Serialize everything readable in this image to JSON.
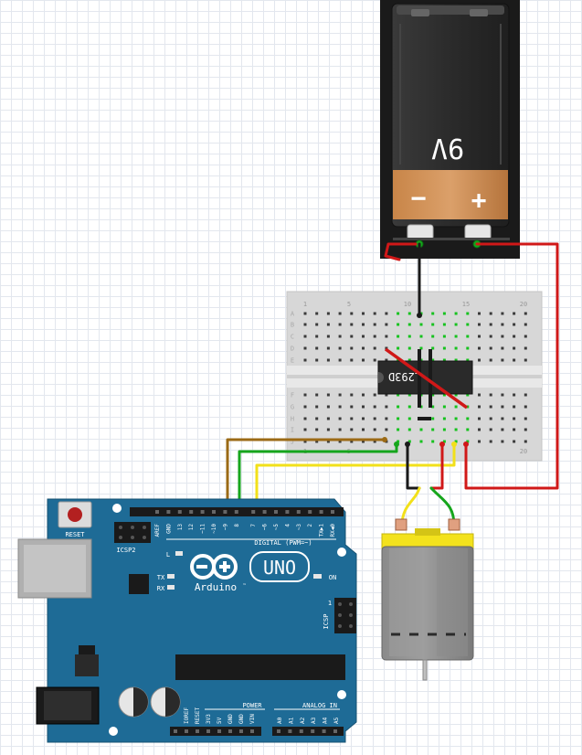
{
  "battery": {
    "label": "9V",
    "minus_symbol": "−",
    "plus_symbol": "+"
  },
  "ic": {
    "label": "L293D"
  },
  "breadboard": {
    "rows_top": [
      "A",
      "B",
      "C",
      "D",
      "E"
    ],
    "rows_bottom": [
      "F",
      "G",
      "H",
      "I",
      "J"
    ],
    "col_numbers": [
      "1",
      "5",
      "10",
      "15",
      "20"
    ]
  },
  "arduino": {
    "brand": "Arduino",
    "model": "UNO",
    "tm": "™",
    "reset_label": "RESET",
    "icsp2_label": "ICSP2",
    "icsp_label": "ICSP",
    "icsp_pin1": "1",
    "l_label": "L",
    "tx_label": "TX",
    "rx_label": "RX",
    "on_label": "ON",
    "digital_label": "DIGITAL (PWM=~)",
    "power_label": "POWER",
    "analog_label": "ANALOG IN",
    "top_pins": [
      "AREF",
      "GND",
      "13",
      "12",
      "~11",
      "~10",
      "~9",
      "8",
      "7",
      "~6",
      "~5",
      "4",
      "~3",
      "2",
      "TX▶1",
      "RX◀0"
    ],
    "power_pins": [
      "IOREF",
      "RESET",
      "3V3",
      "5V",
      "GND",
      "GND",
      "VIN"
    ],
    "analog_pins": [
      "A0",
      "A1",
      "A2",
      "A3",
      "A4",
      "A5"
    ]
  },
  "wire_colors": {
    "red": "#d01818",
    "black": "#1a1a1a",
    "green": "#16a51c",
    "yellow": "#f2e01a",
    "brown": "#9b6a15"
  }
}
